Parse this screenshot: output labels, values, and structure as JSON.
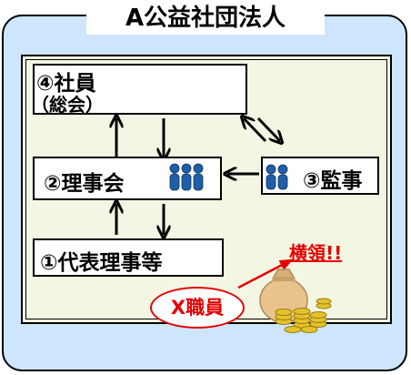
{
  "title": "A公益社団法人",
  "members_box": {
    "line1": "④社員",
    "line2": "（総会）"
  },
  "board_box": {
    "label": "②理事会"
  },
  "auditor_box": {
    "label": "③監事"
  },
  "director_box": {
    "label": "①代表理事等"
  },
  "embezzlement": {
    "label": "横領!!"
  },
  "staff": {
    "label": "X職員"
  },
  "colors": {
    "frame_fill": "#cde6fb",
    "inner_fill": "#f4f6e4",
    "people": "#1f5fa8",
    "alert": "#e60000",
    "coin": "#e3c22c"
  },
  "icons": {
    "people": "person-silhouette-icon",
    "money": "money-bag-icon"
  }
}
